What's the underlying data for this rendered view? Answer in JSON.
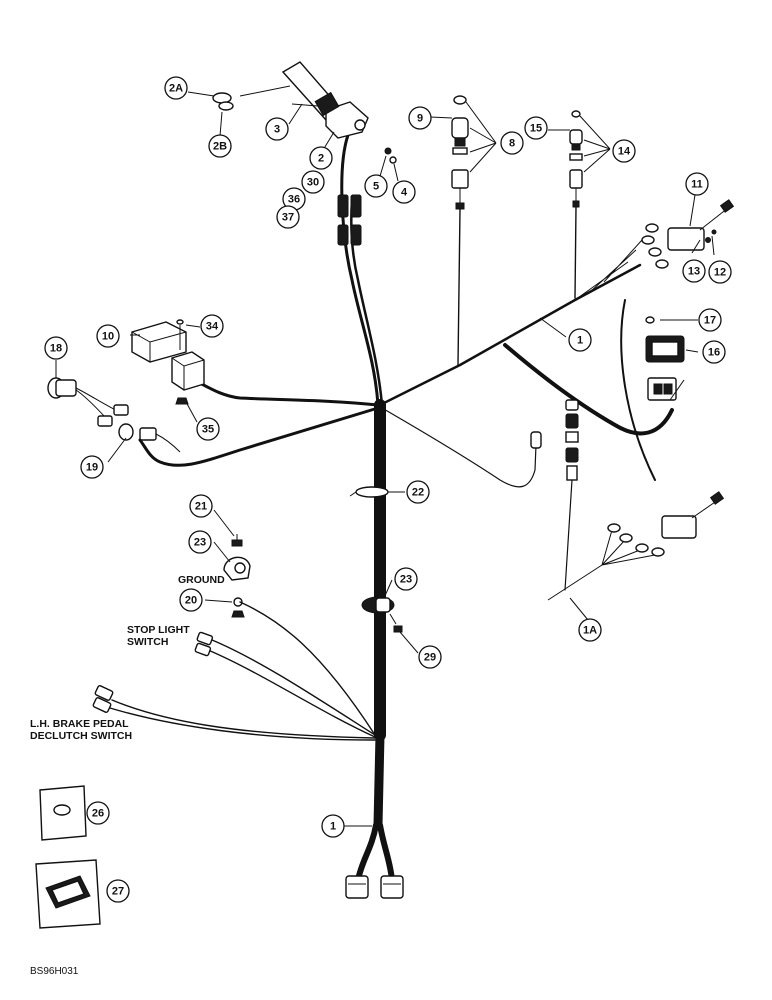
{
  "callouts": [
    "2A",
    "2B",
    "3",
    "2",
    "30",
    "36",
    "37",
    "4",
    "5",
    "9",
    "8",
    "15",
    "14",
    "11",
    "13",
    "12",
    "1",
    "17",
    "16",
    "10",
    "34",
    "18",
    "35",
    "19",
    "22",
    "21",
    "23",
    "20",
    "23",
    "29",
    "1A",
    "26",
    "27",
    "1"
  ],
  "labels": {
    "ground": "GROUND",
    "stop_light_line1": "STOP LIGHT",
    "stop_light_line2": "SWITCH",
    "brake_line1": "L.H. BRAKE PEDAL",
    "brake_line2": "DECLUTCH SWITCH",
    "figure_code": "BS96H031"
  }
}
